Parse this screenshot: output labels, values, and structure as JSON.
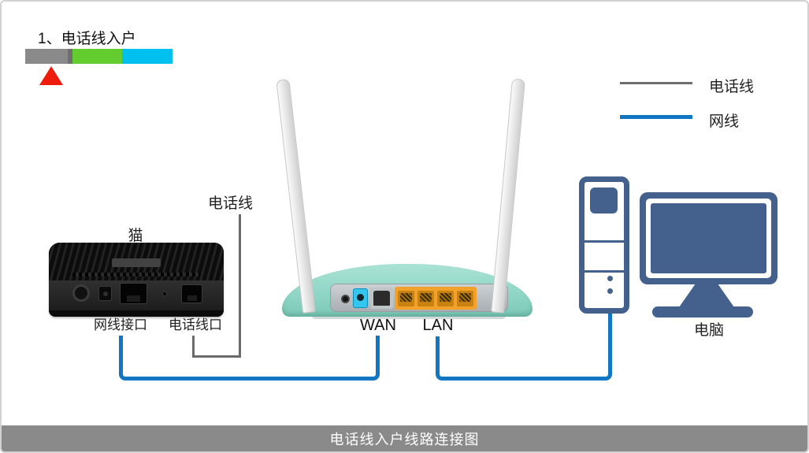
{
  "step": {
    "title": "1、电话线入户"
  },
  "progress_bar": {
    "segments": [
      {
        "name": "current",
        "color": "#8a8a8a"
      },
      {
        "name": "step2",
        "color": "#63cc2f"
      },
      {
        "name": "step3",
        "color": "#00c0f0"
      }
    ],
    "pointer_color": "#ee1c0c"
  },
  "legend": {
    "items": [
      {
        "label": "电话线",
        "color": "#6e6e6e"
      },
      {
        "label": "网线",
        "color": "#1276c3"
      }
    ]
  },
  "modem": {
    "label": "猫",
    "port_labels": {
      "net": "网线接口",
      "phone": "电话线口"
    }
  },
  "phone_cable": {
    "label": "电话线",
    "color": "#6b6b6b"
  },
  "ethernet_cable": {
    "color": "#1276c3"
  },
  "router": {
    "wan_label": "WAN",
    "lan_label": "LAN",
    "body_color": "#8ed5c5",
    "wan_module_color": "#35c6ef",
    "lan_block_color": "#f2a22b"
  },
  "computer": {
    "label": "电脑",
    "color": "#44608c"
  },
  "footer": {
    "caption": "电话线入户线路连接图",
    "bar_color": "#8a8a8a"
  }
}
